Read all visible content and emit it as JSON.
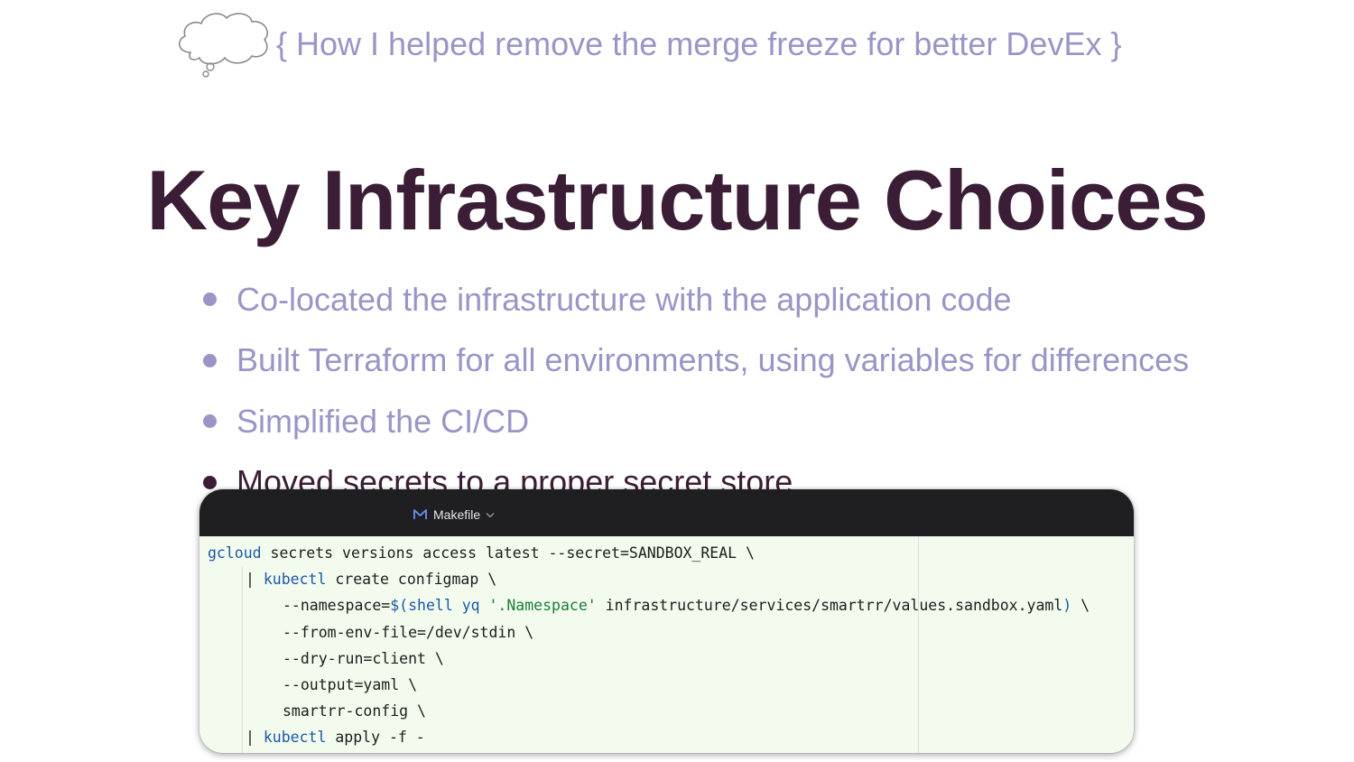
{
  "subtitle": "{ How I helped remove the merge freeze for better DevEx }",
  "title": "Key Infrastructure Choices",
  "bullets": [
    "Co-located the infrastructure with the application code",
    "Built Terraform for all environments, using variables for differences",
    "Simplified the CI/CD",
    "Moved secrets to a proper secret store"
  ],
  "editor": {
    "tab_label": "Makefile",
    "lines": [
      {
        "cmd": "gcloud",
        "rest": " secrets versions access latest --secret=SANDBOX_REAL \\"
      },
      {
        "pipe": "| ",
        "cmd": "kubectl",
        "rest": " create configmap \\"
      },
      {
        "pre": "--namespace=",
        "sub_open": "$(shell yq ",
        "str": "'.Namespace'",
        "mid": " infrastructure/services/smartrr/values.sandbox.yaml",
        "sub_close": ")",
        "end": " \\"
      },
      {
        "text": "--from-env-file=/dev/stdin \\"
      },
      {
        "text": "--dry-run=client \\"
      },
      {
        "text": "--output=yaml \\"
      },
      {
        "text": "smartrr-config \\"
      },
      {
        "pipe": "| ",
        "cmd": "kubectl",
        "rest": " apply -f -"
      }
    ]
  },
  "colors": {
    "title": "#3b1e36",
    "muted": "#9a95c6",
    "editor_bg": "#f2fbee",
    "titlebar": "#1f1f22",
    "keyword": "#1d58a5",
    "string": "#1c7d3a"
  }
}
